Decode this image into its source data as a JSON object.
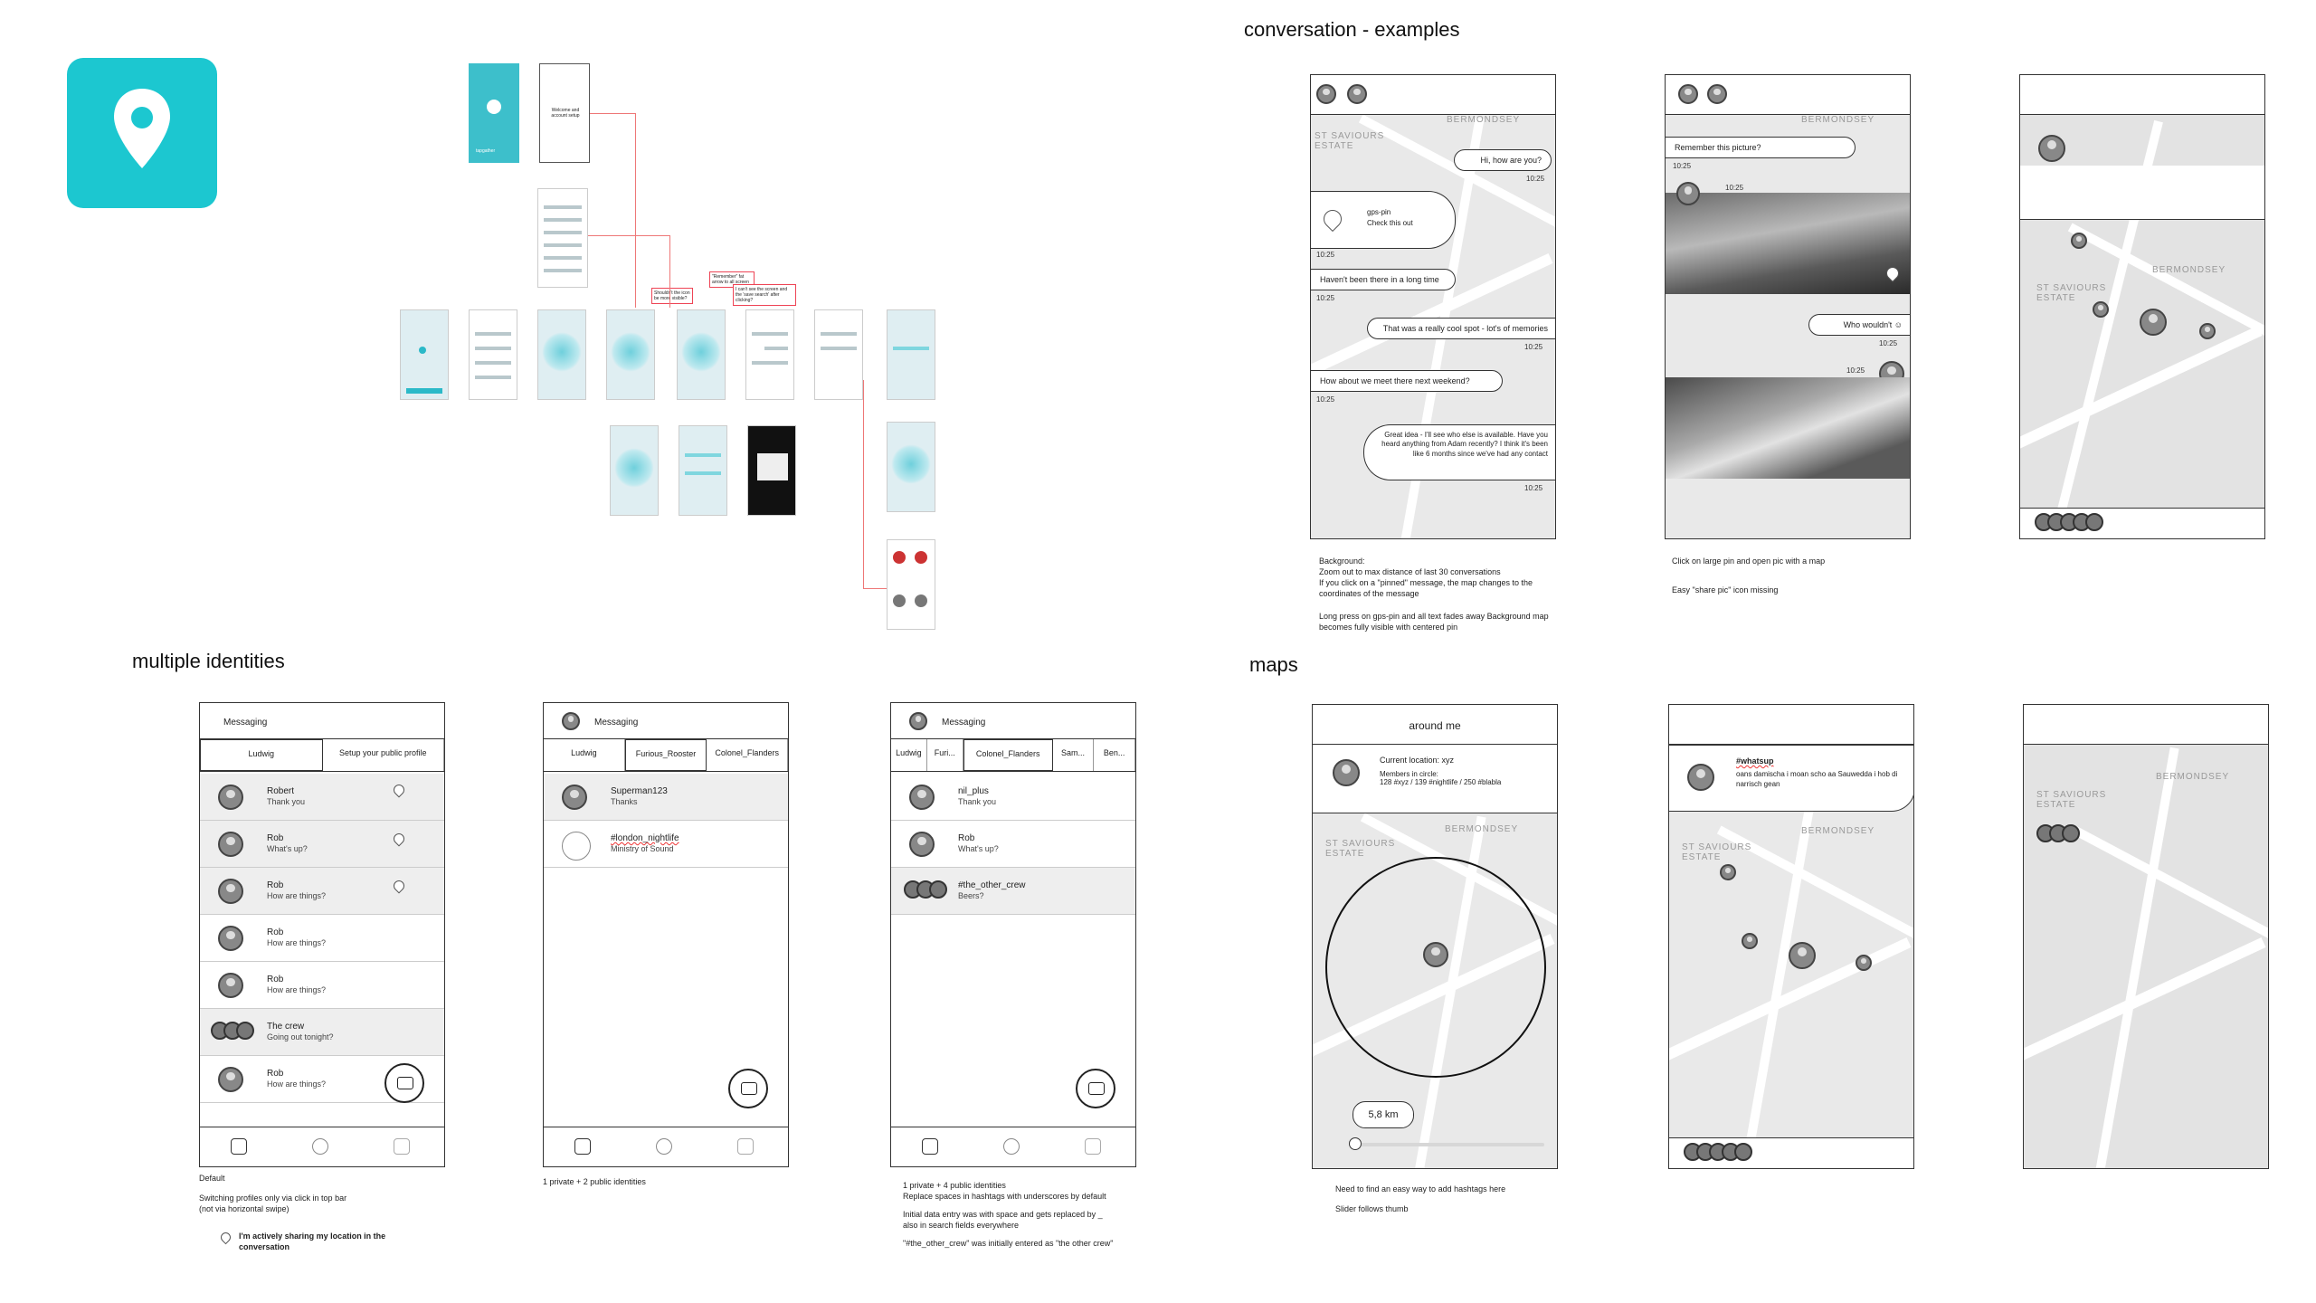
{
  "sections": {
    "conversation": "conversation - examples",
    "identities": "multiple identities",
    "maps": "maps"
  },
  "logo": {
    "name": "pin-logo",
    "color": "#1cc7d0"
  },
  "overview": {
    "splash_label": "tapgather",
    "welcome_text": "Welcome and account setup",
    "note1": "Shouldn't the icon be more visible?",
    "note2": "\"Remember\" fat arrow to all screen",
    "note3": "I can't see the screen and the 'save search' after clicking?"
  },
  "conversation": {
    "screen1": {
      "map_label1": "BERMONDSEY",
      "map_label2": "ST SAVIOURS ESTATE",
      "msgs": [
        {
          "text": "Hi, how are you?",
          "time": "10:25"
        },
        {
          "text": "gps-pin",
          "sub": "Check this out",
          "time": "10:25"
        },
        {
          "text": "Haven't been there in a long time",
          "time": "10:25"
        },
        {
          "text": "That was a really cool spot - lot's of memories",
          "time": "10:25"
        },
        {
          "text": "How about we meet there next weekend?",
          "time": "10:25"
        },
        {
          "text": "Great idea - I'll see who else is available. Have you heard anything from Adam recently? I think it's been like 6 months since we've had any contact",
          "time": "10:25"
        }
      ],
      "caption": "Background:\nZoom out to max distance of last 30 conversations\nIf you click on a \"pinned\" message, the map changes to the coordinates of the message\n\nLong press on gps-pin and all text fades away Background map becomes fully visible with centered pin"
    },
    "screen2": {
      "map_label": "BERMONDSEY",
      "msg1": "Remember this picture?",
      "t1": "10:25",
      "t2": "10:25",
      "msg2": "Who wouldn't ☺",
      "t3": "10:25",
      "t4": "10:25",
      "caption1": "Click on large pin and open pic with a map",
      "caption2": "Easy \"share pic\" icon missing"
    },
    "screen3": {
      "map_label1": "BERMONDSEY",
      "map_label2": "ST SAVIOURS ESTATE"
    }
  },
  "identities": {
    "screen1": {
      "header": "Messaging",
      "tab_a": "Ludwig",
      "tab_b": "Setup your public profile",
      "items": [
        {
          "name": "Robert",
          "msg": "Thank you"
        },
        {
          "name": "Rob",
          "msg": "What's up?"
        },
        {
          "name": "Rob",
          "msg": "How are things?"
        },
        {
          "name": "Rob",
          "msg": "How are things?"
        },
        {
          "name": "Rob",
          "msg": "How are things?"
        },
        {
          "name": "The crew",
          "msg": "Going out tonight?"
        },
        {
          "name": "Rob",
          "msg": "How are things?"
        }
      ],
      "caption1": "Default",
      "caption2": "Switching profiles only via click in top bar\n(not via horizontal swipe)",
      "caption3": "I'm actively sharing my location in the conversation"
    },
    "screen2": {
      "header": "Messaging",
      "tabs": [
        "Ludwig",
        "Furious_Rooster",
        "Colonel_Flanders"
      ],
      "items": [
        {
          "name": "Superman123",
          "msg": "Thanks"
        },
        {
          "name": "#london_nightlife",
          "msg": "Ministry of Sound"
        }
      ],
      "caption": "1 private + 2 public identities"
    },
    "screen3": {
      "header": "Messaging",
      "tabs": [
        "Ludwig",
        "Furi...",
        "Colonel_Flanders",
        "Sam...",
        "Ben..."
      ],
      "items": [
        {
          "name": "nil_plus",
          "msg": "Thank you"
        },
        {
          "name": "Rob",
          "msg": "What's up?"
        },
        {
          "name": "#the_other_crew",
          "msg": "Beers?"
        }
      ],
      "caption1": "1 private + 4 public identities\nReplace spaces in hashtags with underscores by default",
      "caption2": "Initial data entry was with space and gets replaced by _\nalso in search fields everywhere",
      "caption3": "\"#the_other_crew\" was initially entered as \"the other crew\""
    }
  },
  "maps": {
    "screen1": {
      "title": "around me",
      "location": "Current location: xyz",
      "members": "Members in circle:\n128 #xyz / 139 #nightlife / 250 #blabla",
      "distance": "5,8 km",
      "map_label1": "BERMONDSEY",
      "map_label2": "ST SAVIOURS ESTATE",
      "caption1": "Need to find an easy way to add hashtags here",
      "caption2": "Slider follows thumb"
    },
    "screen2": {
      "hashtag": "#whatsup",
      "text": "oans damischa i moan scho aa Sauwedda i hob di narrisch gean",
      "map_label1": "BERMONDSEY",
      "map_label2": "ST SAVIOURS ESTATE"
    },
    "screen3": {
      "map_label1": "BERMONDSEY",
      "map_label2": "ST SAVIOURS ESTATE"
    }
  }
}
